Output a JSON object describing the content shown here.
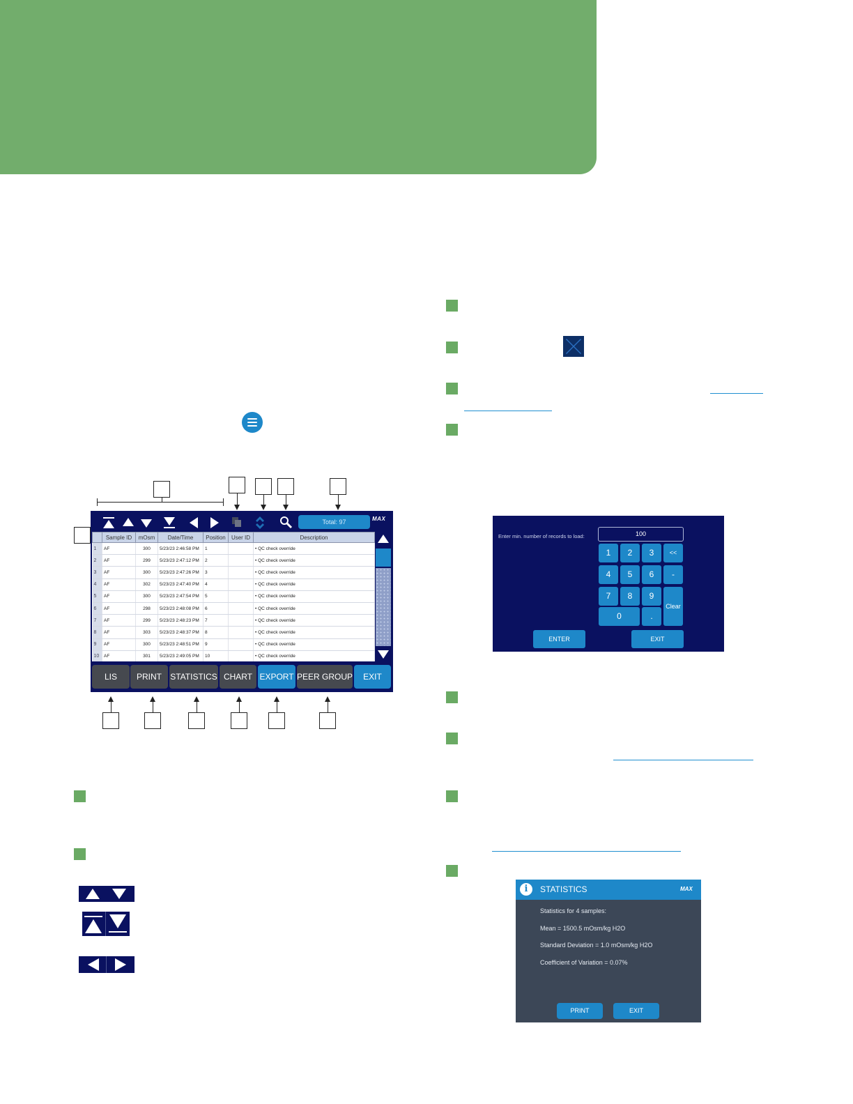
{
  "colors": {
    "banner_green": "#72ad6c",
    "bullet_green": "#6aaa64",
    "screen_navy": "#0a1160",
    "accent_blue": "#1e88c9",
    "button_gray": "#46494f",
    "dialog_slate": "#3c4757"
  },
  "icons": {
    "menu": "menu-icon",
    "close": "close-x-icon",
    "info": "info-icon"
  },
  "main_screen": {
    "toolbar_icons": [
      "first-record-icon",
      "previous-record-icon",
      "next-record-icon",
      "last-record-icon",
      "scroll-left-icon",
      "scroll-right-icon",
      "copy-icon",
      "sort-icon",
      "search-icon"
    ],
    "total_label": "Total: 97",
    "logo": "MAX",
    "columns": [
      "",
      "Sample ID",
      "mOsm",
      "Date/Time",
      "Position",
      "User ID",
      "Description"
    ],
    "rows": [
      {
        "num": "1",
        "sample_id": "AF",
        "mosm": "300",
        "datetime": "5/23/23 2:46:58 PM",
        "position": "1",
        "user_id": "",
        "description": "• QC check override"
      },
      {
        "num": "2",
        "sample_id": "AF",
        "mosm": "299",
        "datetime": "5/23/23 2:47:12 PM",
        "position": "2",
        "user_id": "",
        "description": "• QC check override"
      },
      {
        "num": "3",
        "sample_id": "AF",
        "mosm": "300",
        "datetime": "5/23/23 2:47:26 PM",
        "position": "3",
        "user_id": "",
        "description": "• QC check override"
      },
      {
        "num": "4",
        "sample_id": "AF",
        "mosm": "302",
        "datetime": "5/23/23 2:47:40 PM",
        "position": "4",
        "user_id": "",
        "description": "• QC check override"
      },
      {
        "num": "5",
        "sample_id": "AF",
        "mosm": "300",
        "datetime": "5/23/23 2:47:54 PM",
        "position": "5",
        "user_id": "",
        "description": "• QC check override"
      },
      {
        "num": "6",
        "sample_id": "AF",
        "mosm": "298",
        "datetime": "5/23/23 2:48:08 PM",
        "position": "6",
        "user_id": "",
        "description": "• QC check override"
      },
      {
        "num": "7",
        "sample_id": "AF",
        "mosm": "299",
        "datetime": "5/23/23 2:48:23 PM",
        "position": "7",
        "user_id": "",
        "description": "• QC check override"
      },
      {
        "num": "8",
        "sample_id": "AF",
        "mosm": "303",
        "datetime": "5/23/23 2:48:37 PM",
        "position": "8",
        "user_id": "",
        "description": "• QC check override"
      },
      {
        "num": "9",
        "sample_id": "AF",
        "mosm": "300",
        "datetime": "5/23/23 2:48:51 PM",
        "position": "9",
        "user_id": "",
        "description": "• QC check override"
      },
      {
        "num": "10",
        "sample_id": "AF",
        "mosm": "301",
        "datetime": "5/23/23 2:49:05 PM",
        "position": "10",
        "user_id": "",
        "description": "• QC check override"
      }
    ],
    "buttons": [
      "LIS",
      "PRINT",
      "STATISTICS",
      "CHART",
      "EXPORT",
      "PEER GROUP",
      "EXIT"
    ]
  },
  "keypad": {
    "prompt": "Enter min. number of records to load:",
    "value": "100",
    "keys": [
      "1",
      "2",
      "3",
      "<<",
      "4",
      "5",
      "6",
      "-",
      "7",
      "8",
      "9",
      "Clear",
      "0",
      "."
    ],
    "enter_label": "ENTER",
    "exit_label": "EXIT"
  },
  "statistics": {
    "title": "STATISTICS",
    "logo": "MAX",
    "info_glyph": "i",
    "lines": [
      "Statistics for 4 samples:",
      "Mean = 1500.5 mOsm/kg H2O",
      "Standard Deviation = 1.0 mOsm/kg H2O",
      "Coefficient of Variation = 0.07%"
    ],
    "print_label": "PRINT",
    "exit_label": "EXIT"
  },
  "nav_legend": [
    "up-down-arrows-icon",
    "first-last-arrows-icon",
    "left-right-arrows-icon"
  ]
}
